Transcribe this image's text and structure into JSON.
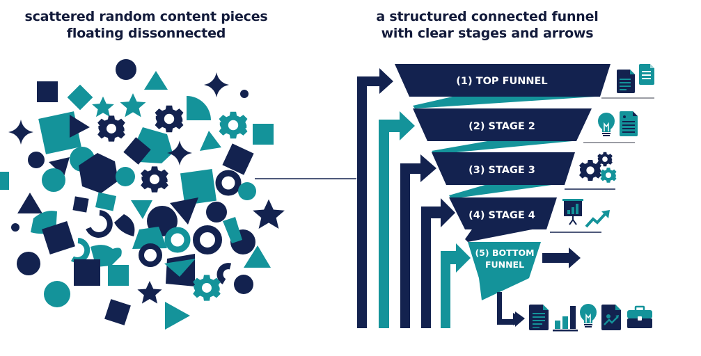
{
  "left_heading": {
    "line1": "scattered random content pieces",
    "line2": "floating dissonnected"
  },
  "right_heading": {
    "line1": "a structured connected funnel",
    "line2": "with clear stages and arrows"
  },
  "colors": {
    "navy": "#13224f",
    "teal": "#14939a",
    "divider": "#7a7d85",
    "background": "#ffffff"
  },
  "funnel": {
    "stages": [
      {
        "label": "(1) TOP FUNNEL",
        "color": "navy",
        "icons": [
          "document-icon",
          "document-icon"
        ]
      },
      {
        "label": "(2) STAGE 2",
        "color": "navy",
        "icons": [
          "lightbulb-icon",
          "document-icon"
        ]
      },
      {
        "label": "(3) STAGE 3",
        "color": "navy",
        "icons": [
          "gears-icon"
        ]
      },
      {
        "label": "(4) STAGE 4",
        "color": "navy",
        "icons": [
          "presentation-chart-icon",
          "trend-up-arrow-icon"
        ]
      },
      {
        "label_line1": "(5) BOTTOM",
        "label_line2": "FUNNEL",
        "color": "teal",
        "icons": [
          "right-arrow-icon"
        ]
      }
    ],
    "output_icons": [
      "document-icon",
      "bar-chart-icon",
      "lightbulb-icon",
      "chart-document-icon",
      "briefcase-icon"
    ]
  }
}
